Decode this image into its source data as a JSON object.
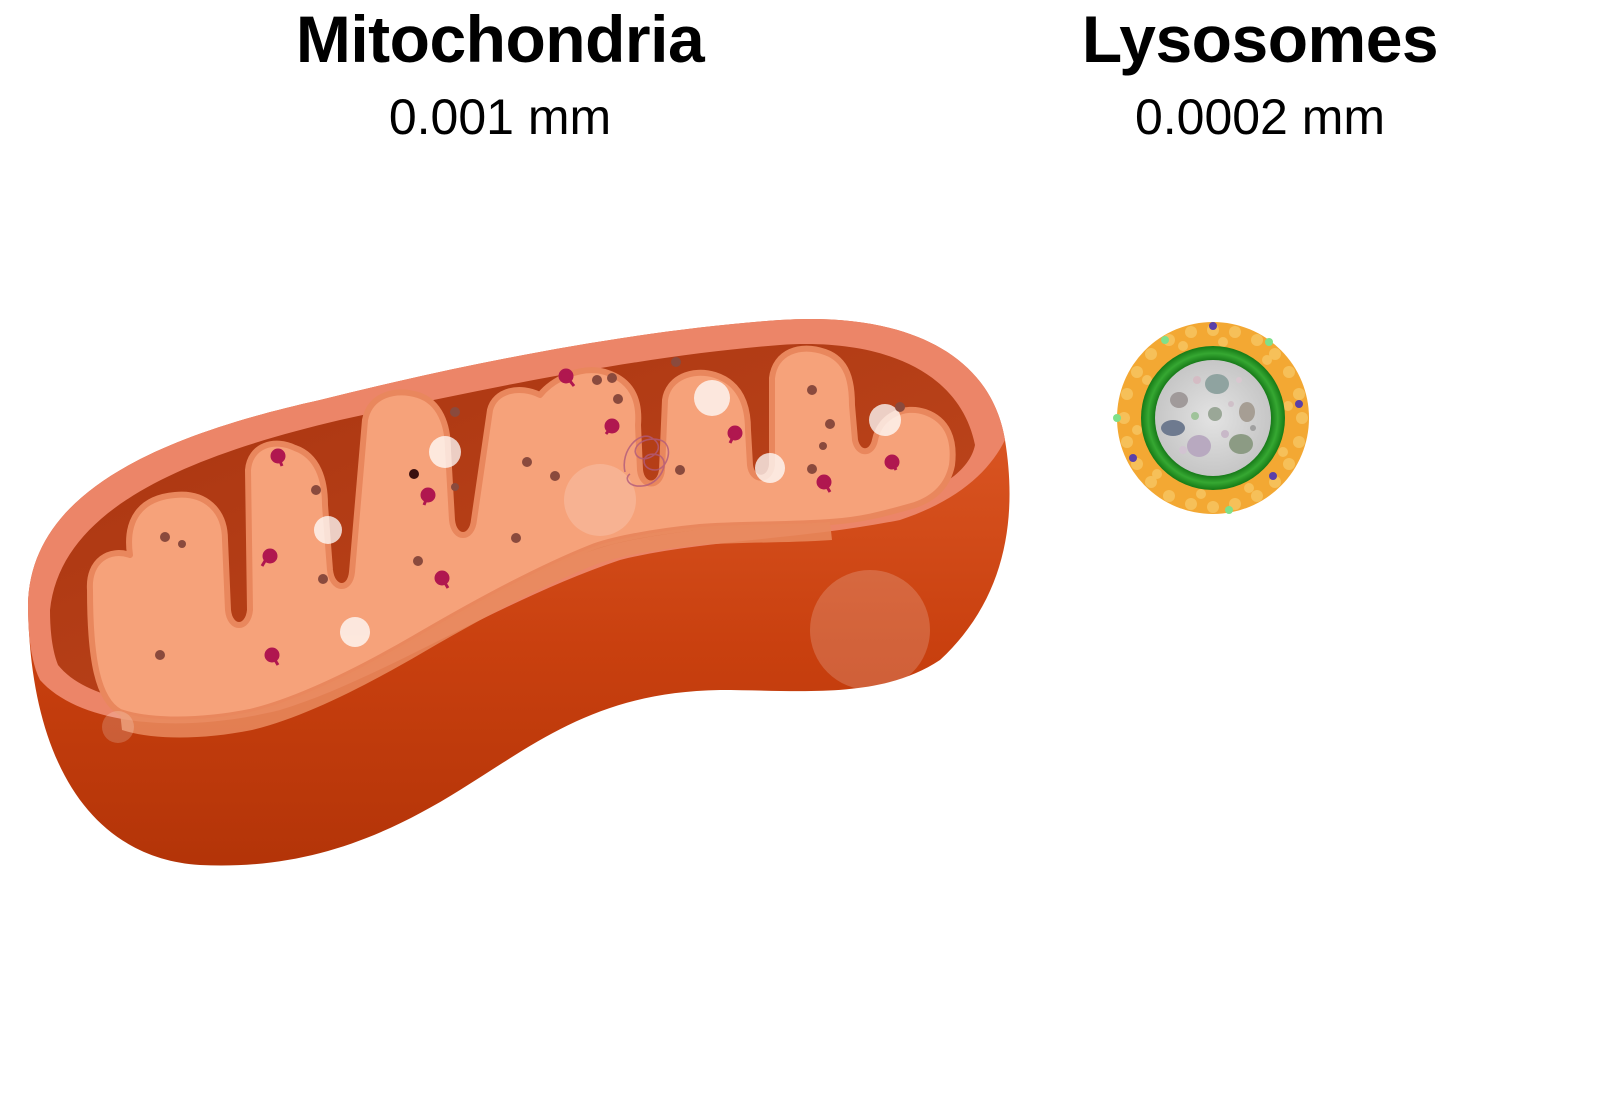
{
  "organelles": [
    {
      "name": "Mitochondria",
      "size": "0.001 mm"
    },
    {
      "name": "Lysosomes",
      "size": "0.0002 mm"
    }
  ],
  "colors": {
    "mito_outer": "#d24a1c",
    "mito_outer_dark": "#b8370f",
    "mito_rim": "#ec8568",
    "mito_inner_bg": "#b13a12",
    "mito_cristae": "#f6a27a",
    "mito_cristae_edge": "#e9875d",
    "particle_dark": "#8a4a3d",
    "particle_magenta": "#b0174f",
    "lyso_outer": "#f2a531",
    "lyso_ring": "#1f8a1f",
    "lyso_core": "#d4d4d4"
  },
  "icons": [
    "mitochondrion-illustration",
    "lysosome-illustration"
  ]
}
